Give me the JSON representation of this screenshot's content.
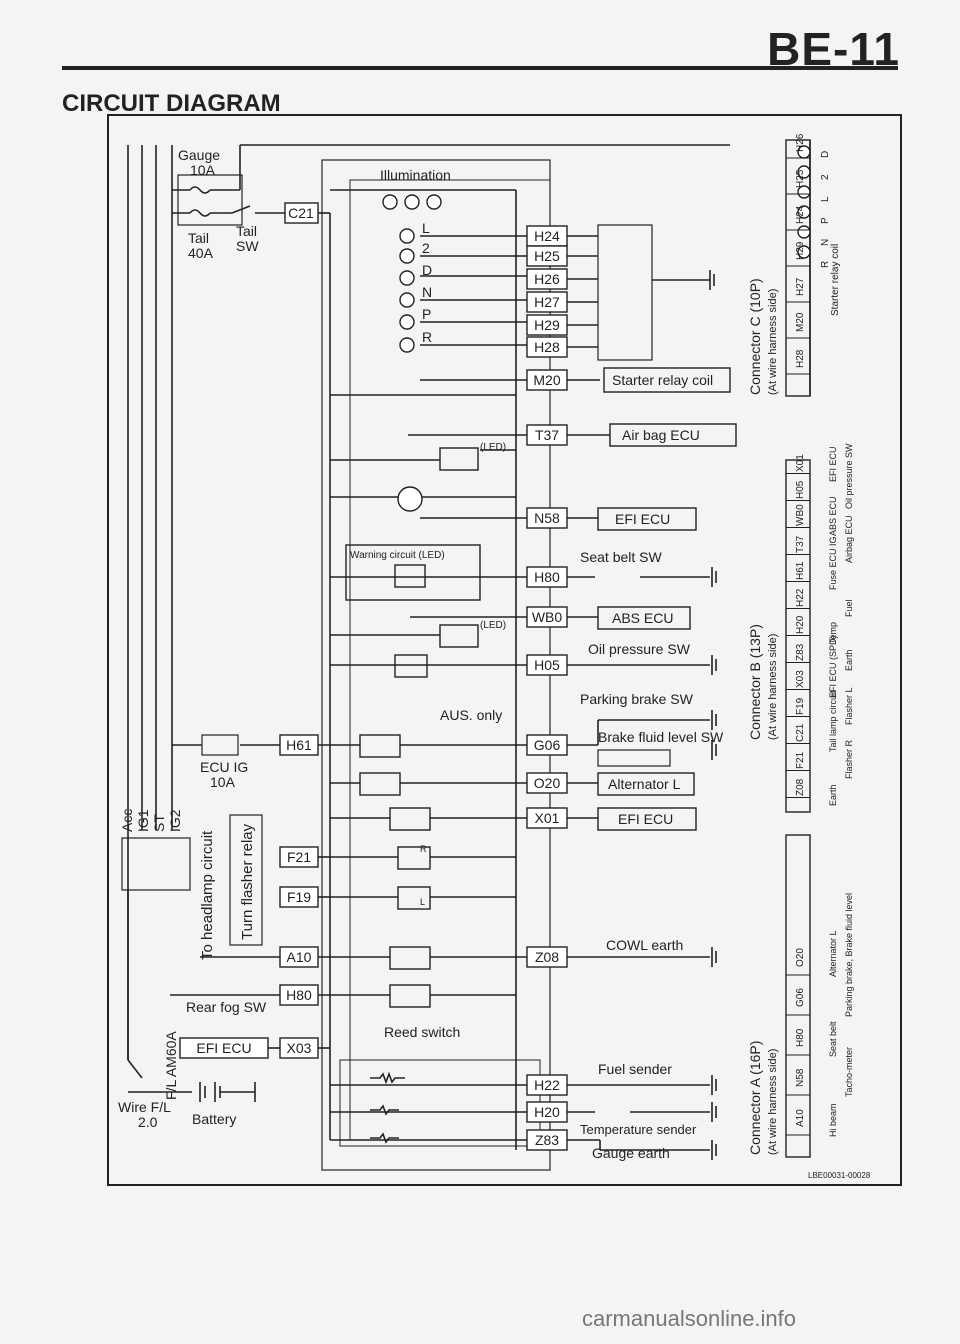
{
  "page_code": "BE-11",
  "title": "CIRCUIT DIAGRAM",
  "figure_code": "LBE00031-00028",
  "watermark": "carmanualsonline.info",
  "fuses": {
    "gauge": [
      "Gauge",
      "10A"
    ],
    "tail": [
      "Tail",
      "40A"
    ],
    "tail_sw": [
      "Tail",
      "SW"
    ],
    "ecu_ig": [
      "ECU IG",
      "10A"
    ],
    "fl_am": "F/L AM60A",
    "wire_fl": [
      "Wire F/L",
      "2.0"
    ],
    "battery": "Battery",
    "ignition_terminals": [
      "Acc",
      "IG1",
      "ST",
      "IG2"
    ]
  },
  "meter_labels": {
    "illumination": "Illumination",
    "shift": [
      "L",
      "2",
      "D",
      "N",
      "P",
      "R"
    ],
    "led": "(LED)",
    "warning_circuit": "Warning circuit (LED)",
    "aus_only": "AUS. only",
    "reed_switch": "Reed switch",
    "to_headlamp": "To headlamp circuit",
    "turn_flasher": "Turn flasher relay",
    "rear_fog_sw": "Rear fog SW",
    "turn_r": "R",
    "turn_l": "L"
  },
  "terminals": {
    "c21": "C21",
    "h61": "H61",
    "f21": "F21",
    "f19": "F19",
    "a10": "A10",
    "h80_left": "H80",
    "x03": "X03",
    "right": [
      "H24",
      "H25",
      "H26",
      "H27",
      "H29",
      "H28",
      "M20",
      "T37",
      "N58",
      "H80",
      "WB0",
      "H05",
      "G06",
      "O20",
      "X01",
      "Z08",
      "H22",
      "H20",
      "Z83"
    ]
  },
  "devices": {
    "starter_relay_coil": "Starter relay coil",
    "air_bag_ecu": "Air bag ECU",
    "efi_ecu": "EFI ECU",
    "seat_belt_sw": "Seat belt SW",
    "abs_ecu": "ABS ECU",
    "oil_pressure_sw": "Oil pressure SW",
    "parking_brake_sw": "Parking brake SW",
    "brake_fluid_level_sw": "Brake fluid level SW",
    "alternator_l": "Alternator L",
    "efi_ecu_2": "EFI ECU",
    "cowl_earth": "COWL earth",
    "fuel_sender": "Fuel sender",
    "temperature_sender": "Temperature sender",
    "gauge_earth": "Gauge earth",
    "efi_ecu_fuse": "EFI ECU"
  },
  "connectors": {
    "c": {
      "title": "Connector C (10P)",
      "sub": "(At wire harness side)",
      "pins": [
        "H26",
        "H25",
        "H24",
        "H29",
        "H27",
        "M20",
        "H28"
      ],
      "marks": [
        "D",
        "2",
        "L",
        "P",
        "N",
        "R"
      ],
      "label": "Starter relay coil"
    },
    "b": {
      "title": "Connector B (13P)",
      "sub": "(At wire harness side)",
      "pins": [
        "X01",
        "H05",
        "WB0",
        "T37",
        "H61",
        "H22",
        "H20",
        "Z83",
        "X03",
        "F19",
        "C21",
        "F21",
        "Z08"
      ],
      "labels": [
        "EFI ECU",
        "Oil pressure SW",
        "ABS ECU",
        "Airbag ECU",
        "Fuse ECU IG",
        "Fuel",
        "Temp",
        "Earth",
        "EFI ECU (SPD)",
        "Flasher L",
        "Tail lamp circuit",
        "Flasher R",
        "Earth"
      ]
    },
    "a": {
      "title": "Connector A (16P)",
      "sub": "(At wire harness side)",
      "pins": [
        "O20",
        "G06",
        "H80",
        "N58",
        "A10"
      ],
      "labels": [
        "Alternator L",
        "Parking brake, Brake fluid level",
        "Seat belt",
        "Tacho-meter",
        "Hi beam"
      ]
    }
  }
}
